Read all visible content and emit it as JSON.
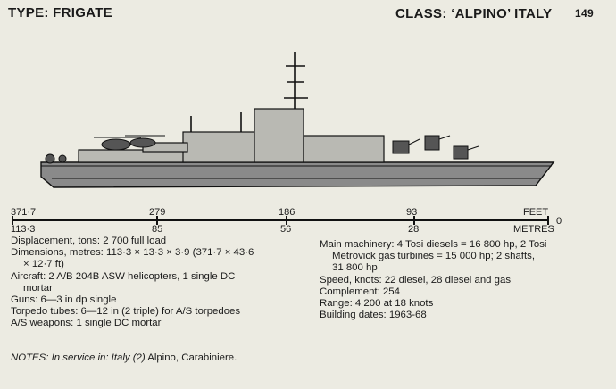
{
  "header": {
    "type": "TYPE: FRIGATE",
    "class": "CLASS: ‘ALPINO’ ITALY",
    "page_number": "149"
  },
  "scale": {
    "feet": [
      "371·7",
      "279",
      "186",
      "93"
    ],
    "metres": [
      "113·3",
      "85",
      "56",
      "28"
    ],
    "unit_feet": "FEET",
    "unit_metres": "METRES",
    "zero": "0"
  },
  "specs_left": [
    "Displacement, tons: 2 700 full load",
    "Dimensions, metres: 113·3 × 13·3 × 3·9 (371·7 × 43·6",
    "× 12·7 ft)",
    "Aircraft: 2 A/B 204B ASW helicopters, 1 single DC",
    "mortar",
    "Guns: 6—3 in dp single",
    "Torpedo tubes: 6—12 in (2 triple) for A/S torpedoes",
    "A/S weapons: 1 single DC mortar"
  ],
  "specs_right": [
    "Main machinery: 4 Tosi diesels = 16 800 hp, 2 Tosi",
    "Metrovick gas turbines = 15 000 hp; 2 shafts,",
    "31 800 hp",
    "Speed, knots: 22 diesel, 28 diesel and gas",
    "Complement: 254",
    "Range: 4 200 at 18 knots",
    "Building dates: 1963-68"
  ],
  "notes": {
    "label": "NOTES:",
    "text": "In service in: Italy (2)",
    "ships": "Alpino, Carabiniere."
  }
}
